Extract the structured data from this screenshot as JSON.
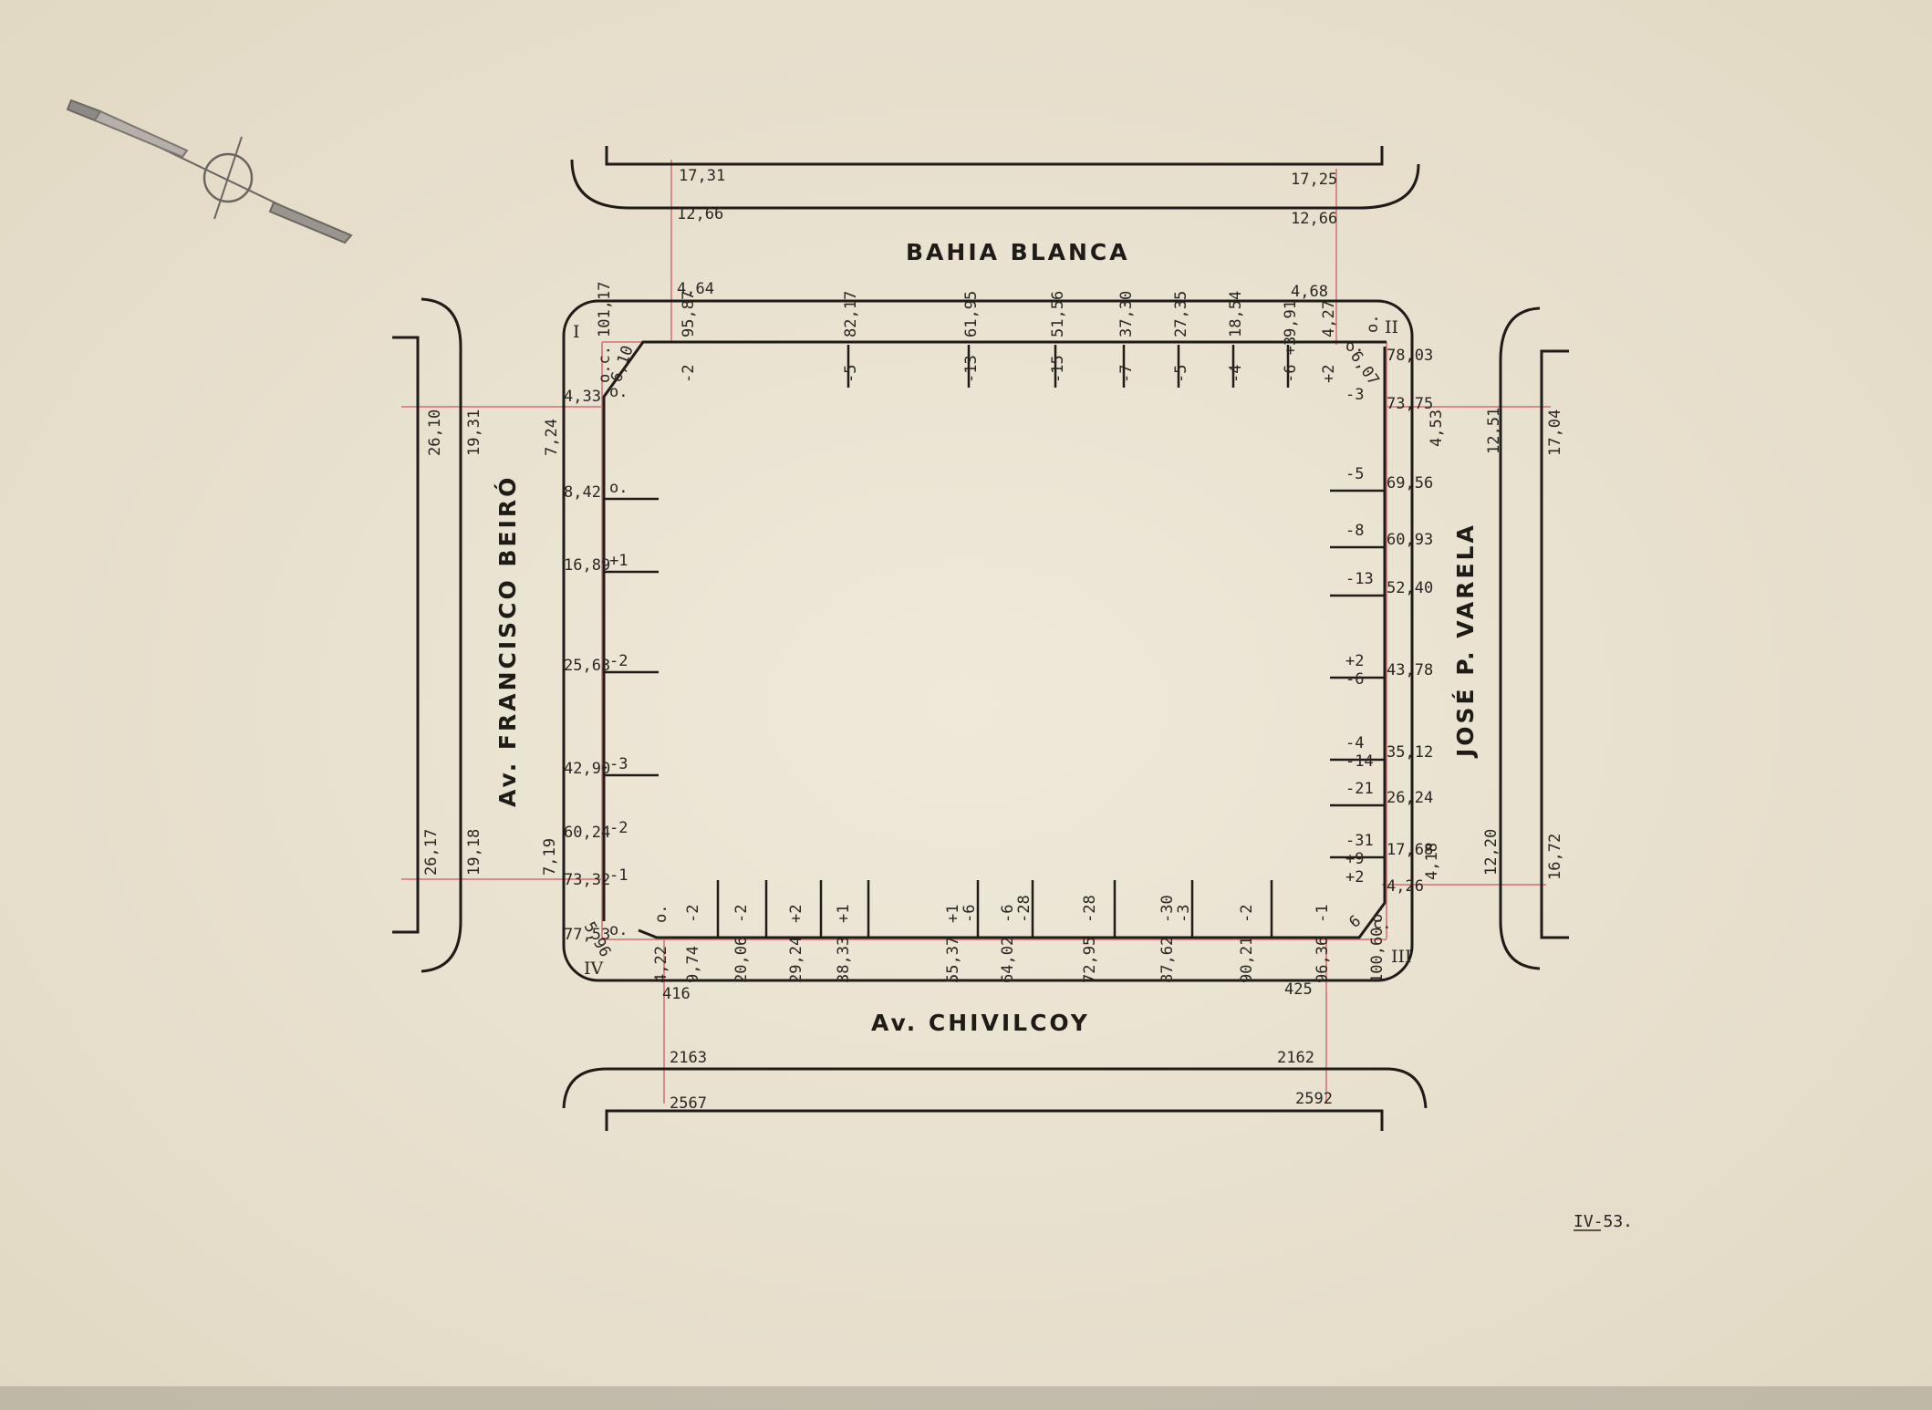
{
  "colors": {
    "paper": "#ece6d6",
    "ink": "#2a2622",
    "red_line": "#d98a8a"
  },
  "icons": {
    "north_arrow": "compass-needle-icon"
  },
  "streets": {
    "north": "BAHIA BLANCA",
    "south": "Av. CHIVILCOY",
    "west": "Av. FRANCISCO BEIRÓ",
    "east": "JOSÉ P. VARELA"
  },
  "corners": {
    "nw": "I",
    "ne": "II",
    "se": "III",
    "sw": "IV"
  },
  "sheet_code": "IV-53.",
  "widths": {
    "north": {
      "w1": "17,31",
      "w2": "12,66",
      "w3": "4,64",
      "e1": "17,25",
      "e2": "12,66",
      "e3": "4,68"
    },
    "south": {
      "w1": "2567",
      "w2": "2163",
      "w3": "416",
      "e1": "2592",
      "e2": "2162",
      "e3": "425"
    },
    "west": {
      "n1": "26,10",
      "n2": "19,31",
      "n3": "7,24",
      "s1": "26,17",
      "s2": "19,18",
      "s3": "7,19"
    },
    "east": {
      "n1": "17,04",
      "n2": "12,51",
      "n3": "4,53",
      "s1": "16,72",
      "s2": "12,20",
      "s3": "4,18"
    }
  },
  "north_side": [
    {
      "dist": "101,17",
      "label": "o.c."
    },
    {
      "dist": "95,87",
      "label": "-2"
    },
    {
      "dist": "82,17",
      "label": "-5"
    },
    {
      "dist": "61,95",
      "label": "-13"
    },
    {
      "dist": "51,56",
      "label": "-15"
    },
    {
      "dist": "37,30",
      "label": "-7"
    },
    {
      "dist": "27,35",
      "label": "-5"
    },
    {
      "dist": "18,54",
      "label": "-4"
    },
    {
      "dist": "9,91",
      "label": "-6 +3"
    },
    {
      "dist": "4,27",
      "label": "+2"
    }
  ],
  "west_side": [
    {
      "dist": "4,33",
      "label": "o."
    },
    {
      "dist": "8,42",
      "label": "o."
    },
    {
      "dist": "16,89",
      "label": "+1"
    },
    {
      "dist": "25,63",
      "label": "-2"
    },
    {
      "dist": "42,90",
      "label": "-3"
    },
    {
      "dist": "60,24",
      "label": "-2"
    },
    {
      "dist": "73,32",
      "label": "-1"
    },
    {
      "dist": "77,53",
      "label": "o."
    }
  ],
  "east_side": [
    {
      "dist": "78,03",
      "label": "o."
    },
    {
      "dist": "73,75",
      "label": "-3"
    },
    {
      "dist": "69,56",
      "label": "-5"
    },
    {
      "dist": "60,93",
      "label": "-8"
    },
    {
      "dist": "52,40",
      "label": "-13"
    },
    {
      "dist": "43,78",
      "label": "+2 -6"
    },
    {
      "dist": "35,12",
      "label": "-4 -14"
    },
    {
      "dist": "26,24",
      "label": "-21"
    },
    {
      "dist": "17,68",
      "label": "-31 +9"
    },
    {
      "dist": "4,26",
      "label": "+2"
    }
  ],
  "south_side": [
    {
      "dist": "4,22",
      "label": "o."
    },
    {
      "dist": "9,74",
      "label": "-2"
    },
    {
      "dist": "20,06",
      "label": "-2"
    },
    {
      "dist": "29,24",
      "label": "+2"
    },
    {
      "dist": "38,33",
      "label": "+1"
    },
    {
      "dist": "55,37",
      "label": "+1 -6"
    },
    {
      "dist": "64,02",
      "label": "-6 -28"
    },
    {
      "dist": "72,95",
      "label": "-28"
    },
    {
      "dist": "87,62",
      "label": "-30 -3"
    },
    {
      "dist": "90,21",
      "label": "-2"
    },
    {
      "dist": "96,36",
      "label": "-1"
    },
    {
      "dist": "100,60",
      "label": "o."
    }
  ],
  "chamfers": {
    "nw": "6,10",
    "ne": "6,07",
    "sw": "5,96",
    "se": "6"
  },
  "extra": {
    "se_oc": "c.",
    "ne_o": "o."
  }
}
